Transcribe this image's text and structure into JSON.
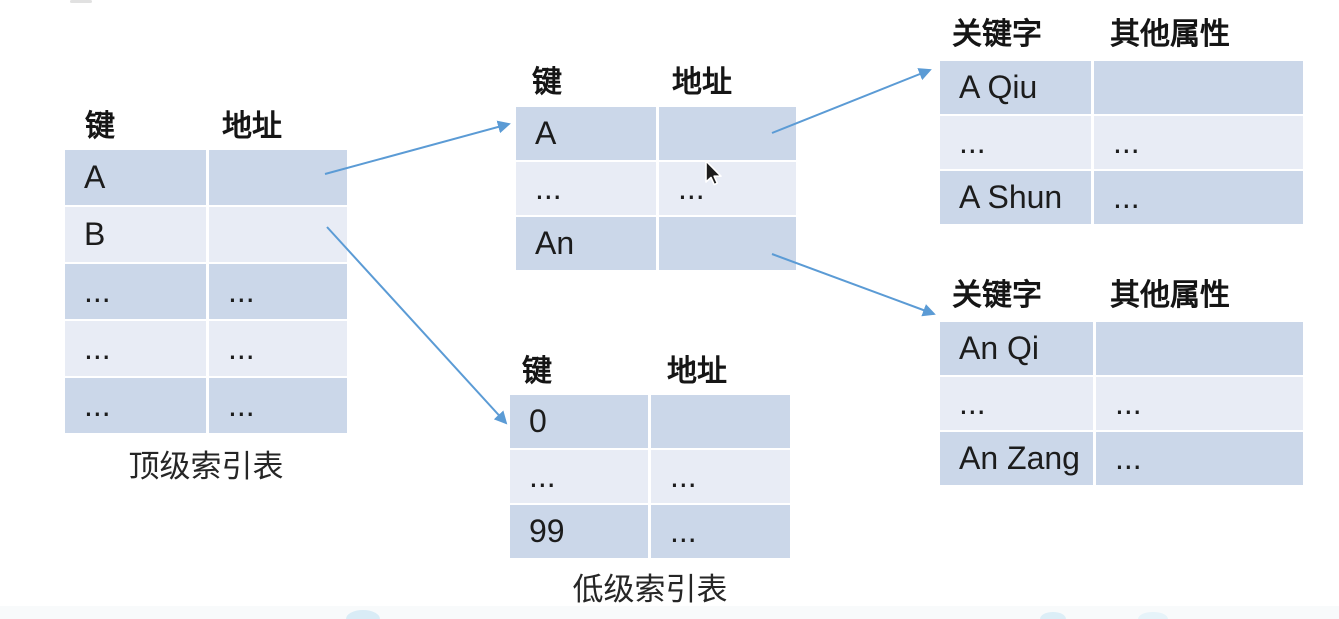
{
  "colors": {
    "row_dark": "#cbd7e9",
    "row_light": "#e8ecf5",
    "arrow": "#5b9bd5",
    "text": "#1a1a1a"
  },
  "tables": {
    "top_level": {
      "headers": [
        "键",
        "地址"
      ],
      "rows": [
        [
          "A",
          ""
        ],
        [
          "B",
          ""
        ],
        [
          "...",
          "..."
        ],
        [
          "...",
          "..."
        ],
        [
          "...",
          "..."
        ]
      ],
      "caption": "顶级索引表"
    },
    "mid_level": {
      "headers": [
        "键",
        "地址"
      ],
      "rows": [
        [
          "A",
          ""
        ],
        [
          "...",
          "..."
        ],
        [
          "An",
          ""
        ]
      ]
    },
    "low_level": {
      "headers": [
        "键",
        "地址"
      ],
      "rows": [
        [
          "0",
          ""
        ],
        [
          "...",
          "..."
        ],
        [
          "99",
          "..."
        ]
      ],
      "caption": "低级索引表"
    },
    "record_a": {
      "headers": [
        "关键字",
        "其他属性"
      ],
      "rows": [
        [
          "A Qiu",
          ""
        ],
        [
          "...",
          "..."
        ],
        [
          "A Shun",
          "..."
        ]
      ]
    },
    "record_an": {
      "headers": [
        "关键字",
        "其他属性"
      ],
      "rows": [
        [
          "An Qi",
          ""
        ],
        [
          "...",
          "..."
        ],
        [
          "An Zang",
          "..."
        ]
      ]
    }
  },
  "icons": {
    "cursor": "mouse-pointer-icon",
    "arrows": [
      "arrow-top-to-mid",
      "arrow-top-to-low",
      "arrow-mid-to-record-a",
      "arrow-mid-to-record-an"
    ]
  }
}
